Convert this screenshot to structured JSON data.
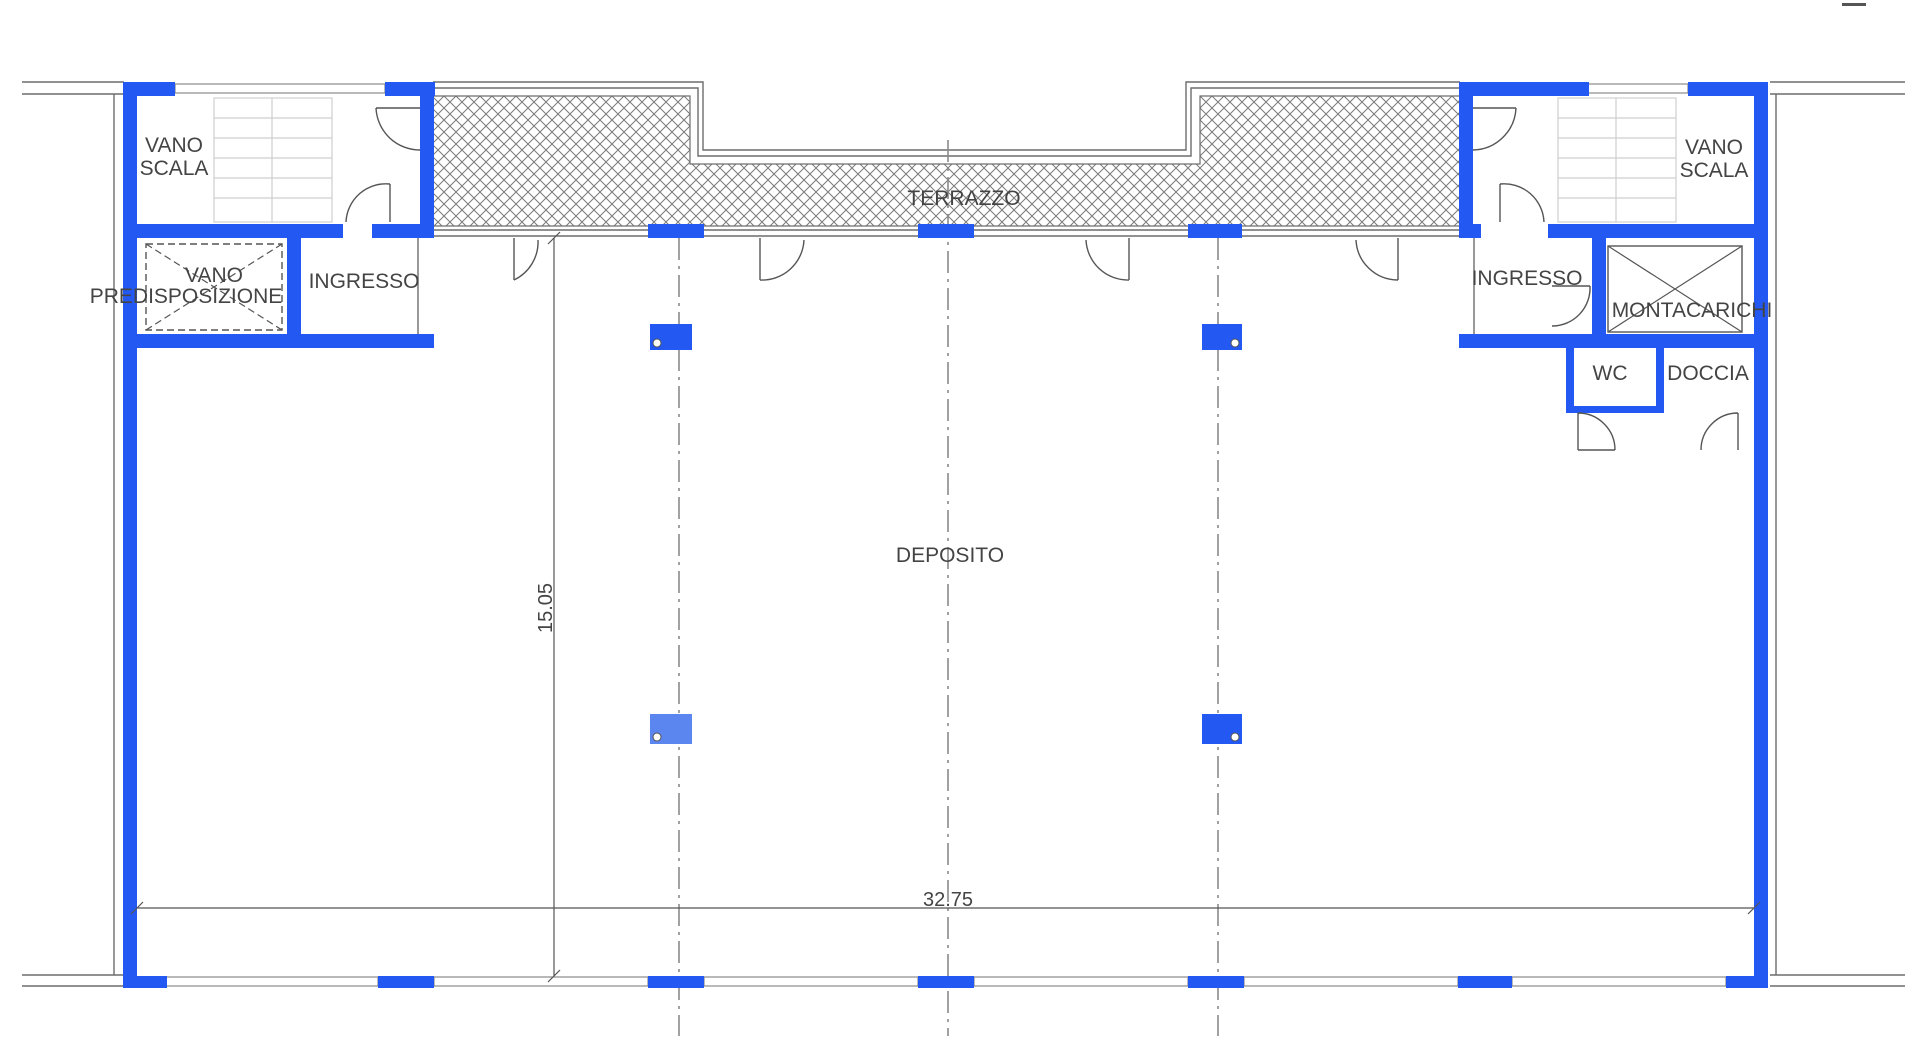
{
  "plan": {
    "colors": {
      "wall": "#2359f2",
      "line": "#6d6d6d",
      "text": "#444444",
      "hatch": "#7a7a7a"
    },
    "labels": {
      "vano_scala_left_1": "VANO",
      "vano_scala_left_2": "SCALA",
      "vano_scala_right_1": "VANO",
      "vano_scala_right_2": "SCALA",
      "terrazzo": "TERRAZZO",
      "vano_predisposizione_1": "VANO",
      "vano_predisposizione_2": "PREDISPOSIZIONE",
      "ingresso_left": "INGRESSO",
      "ingresso_right": "INGRESSO",
      "montacarichi": "MONTACARICHI",
      "wc": "WC",
      "doccia": "DOCCIA",
      "deposito": "DEPOSITO"
    },
    "dimensions": {
      "width_label": "32.75",
      "depth_label": "15.05"
    }
  }
}
